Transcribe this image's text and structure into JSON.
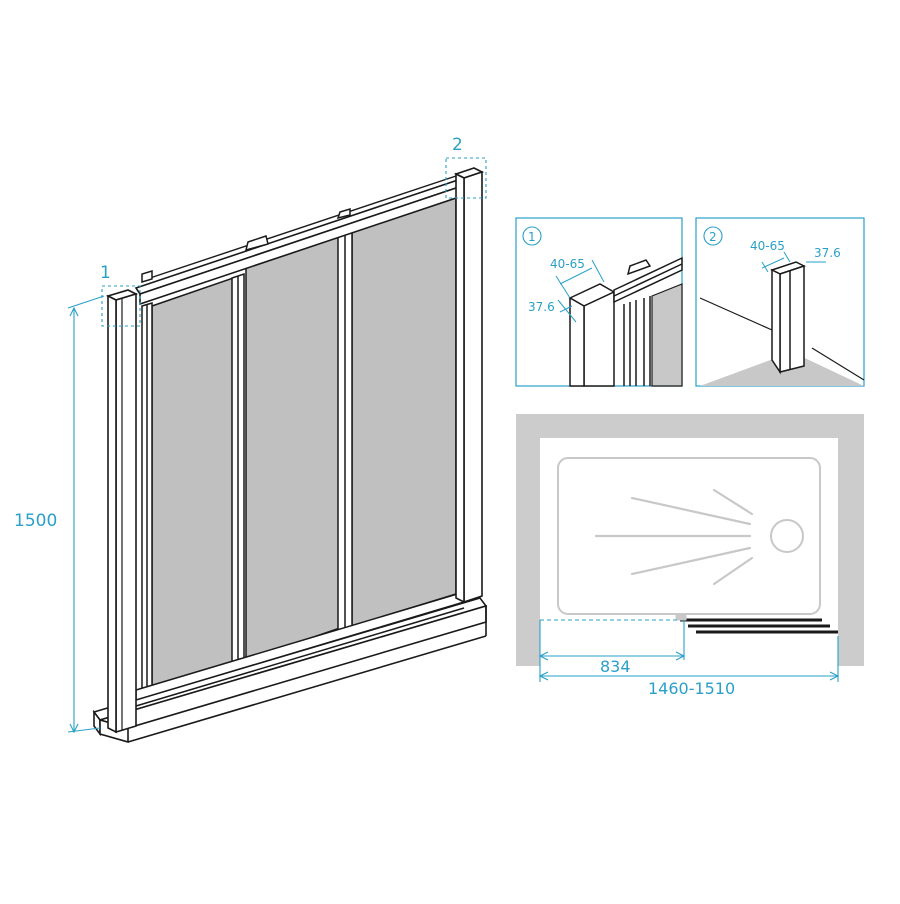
{
  "main_view": {
    "callout_1": "1",
    "callout_2": "2",
    "height_label": "1500"
  },
  "detail_1": {
    "number": "1",
    "width_label": "40-65",
    "depth_label": "37.6"
  },
  "detail_2": {
    "number": "2",
    "width_label": "40-65",
    "depth_label": "37.6"
  },
  "plan_view": {
    "opening_label": "834",
    "total_label": "1460-1510"
  },
  "colors": {
    "dimension": "#2aa0c8",
    "frame_line": "#1a1a1a",
    "glass": "#bdbdbd",
    "wall": "#cccccc"
  }
}
